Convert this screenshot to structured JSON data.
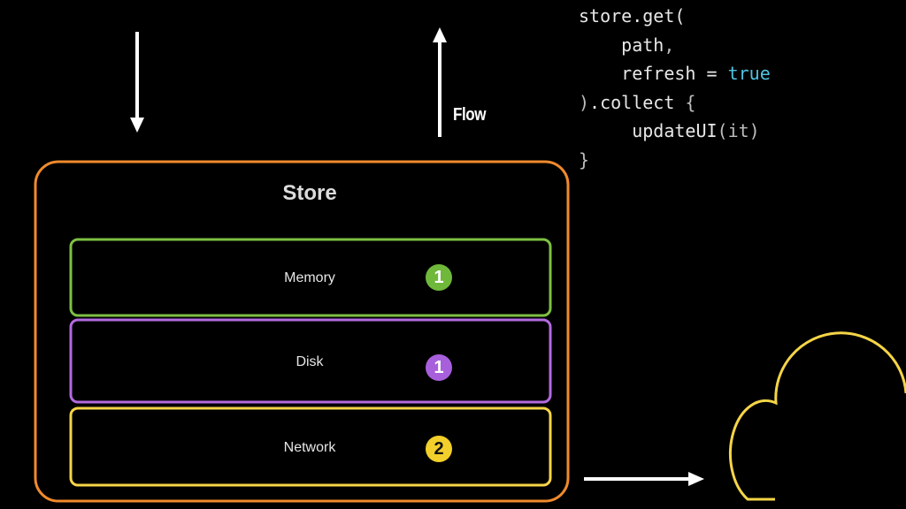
{
  "store": {
    "title": "Store"
  },
  "layers": [
    {
      "label": "Memory",
      "badge": "1",
      "color": "#7ec043",
      "badge_color": "#6fb83a"
    },
    {
      "label": "Disk",
      "badge": "1",
      "color": "#b36ae0",
      "badge_color": "#a85fdc"
    },
    {
      "label": "Network",
      "badge": "2",
      "color": "#f5d547",
      "badge_color": "#f2cf2a",
      "badge_text_color": "#111111"
    }
  ],
  "flow": {
    "label": "Flow"
  },
  "code": {
    "line1": "store.get(",
    "line2_indent": "    ",
    "line2_text": "path",
    "line2_punct": ",",
    "line3_indent": "    ",
    "line3_text": "refresh = ",
    "line3_value": "true",
    "line4_punct": ")",
    "line4_text": ".collect ",
    "line4_brace": "{",
    "line5_indent": "     ",
    "line5_text": "updateUI",
    "line5_args": "(it)",
    "line6_brace": "}"
  },
  "colors": {
    "store_border": "#f08a2c",
    "cloud": "#f5d547",
    "arrows": "#ffffff"
  },
  "icons": [
    "arrow-down-icon",
    "arrow-up-icon",
    "arrow-right-icon",
    "cloud-icon"
  ]
}
